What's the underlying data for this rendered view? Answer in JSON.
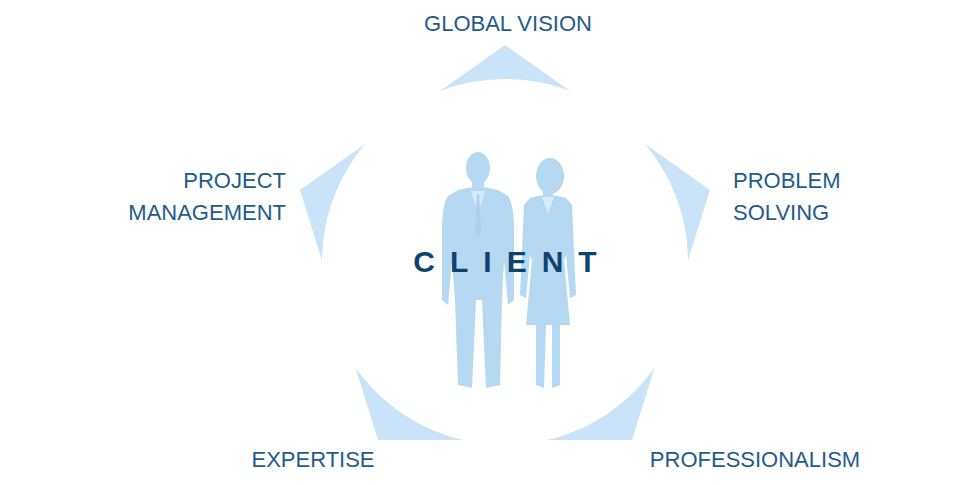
{
  "diagram": {
    "nodes": [
      {
        "text": [
          "CLIENT"
        ]
      }
    ],
    "labels": [
      "GLOBAL VISION",
      "PROJECT MANAGEMENT",
      "PROBLEM SOLVING",
      "EXPERTISE",
      "PROFESSIONALISM"
    ]
  }
}
